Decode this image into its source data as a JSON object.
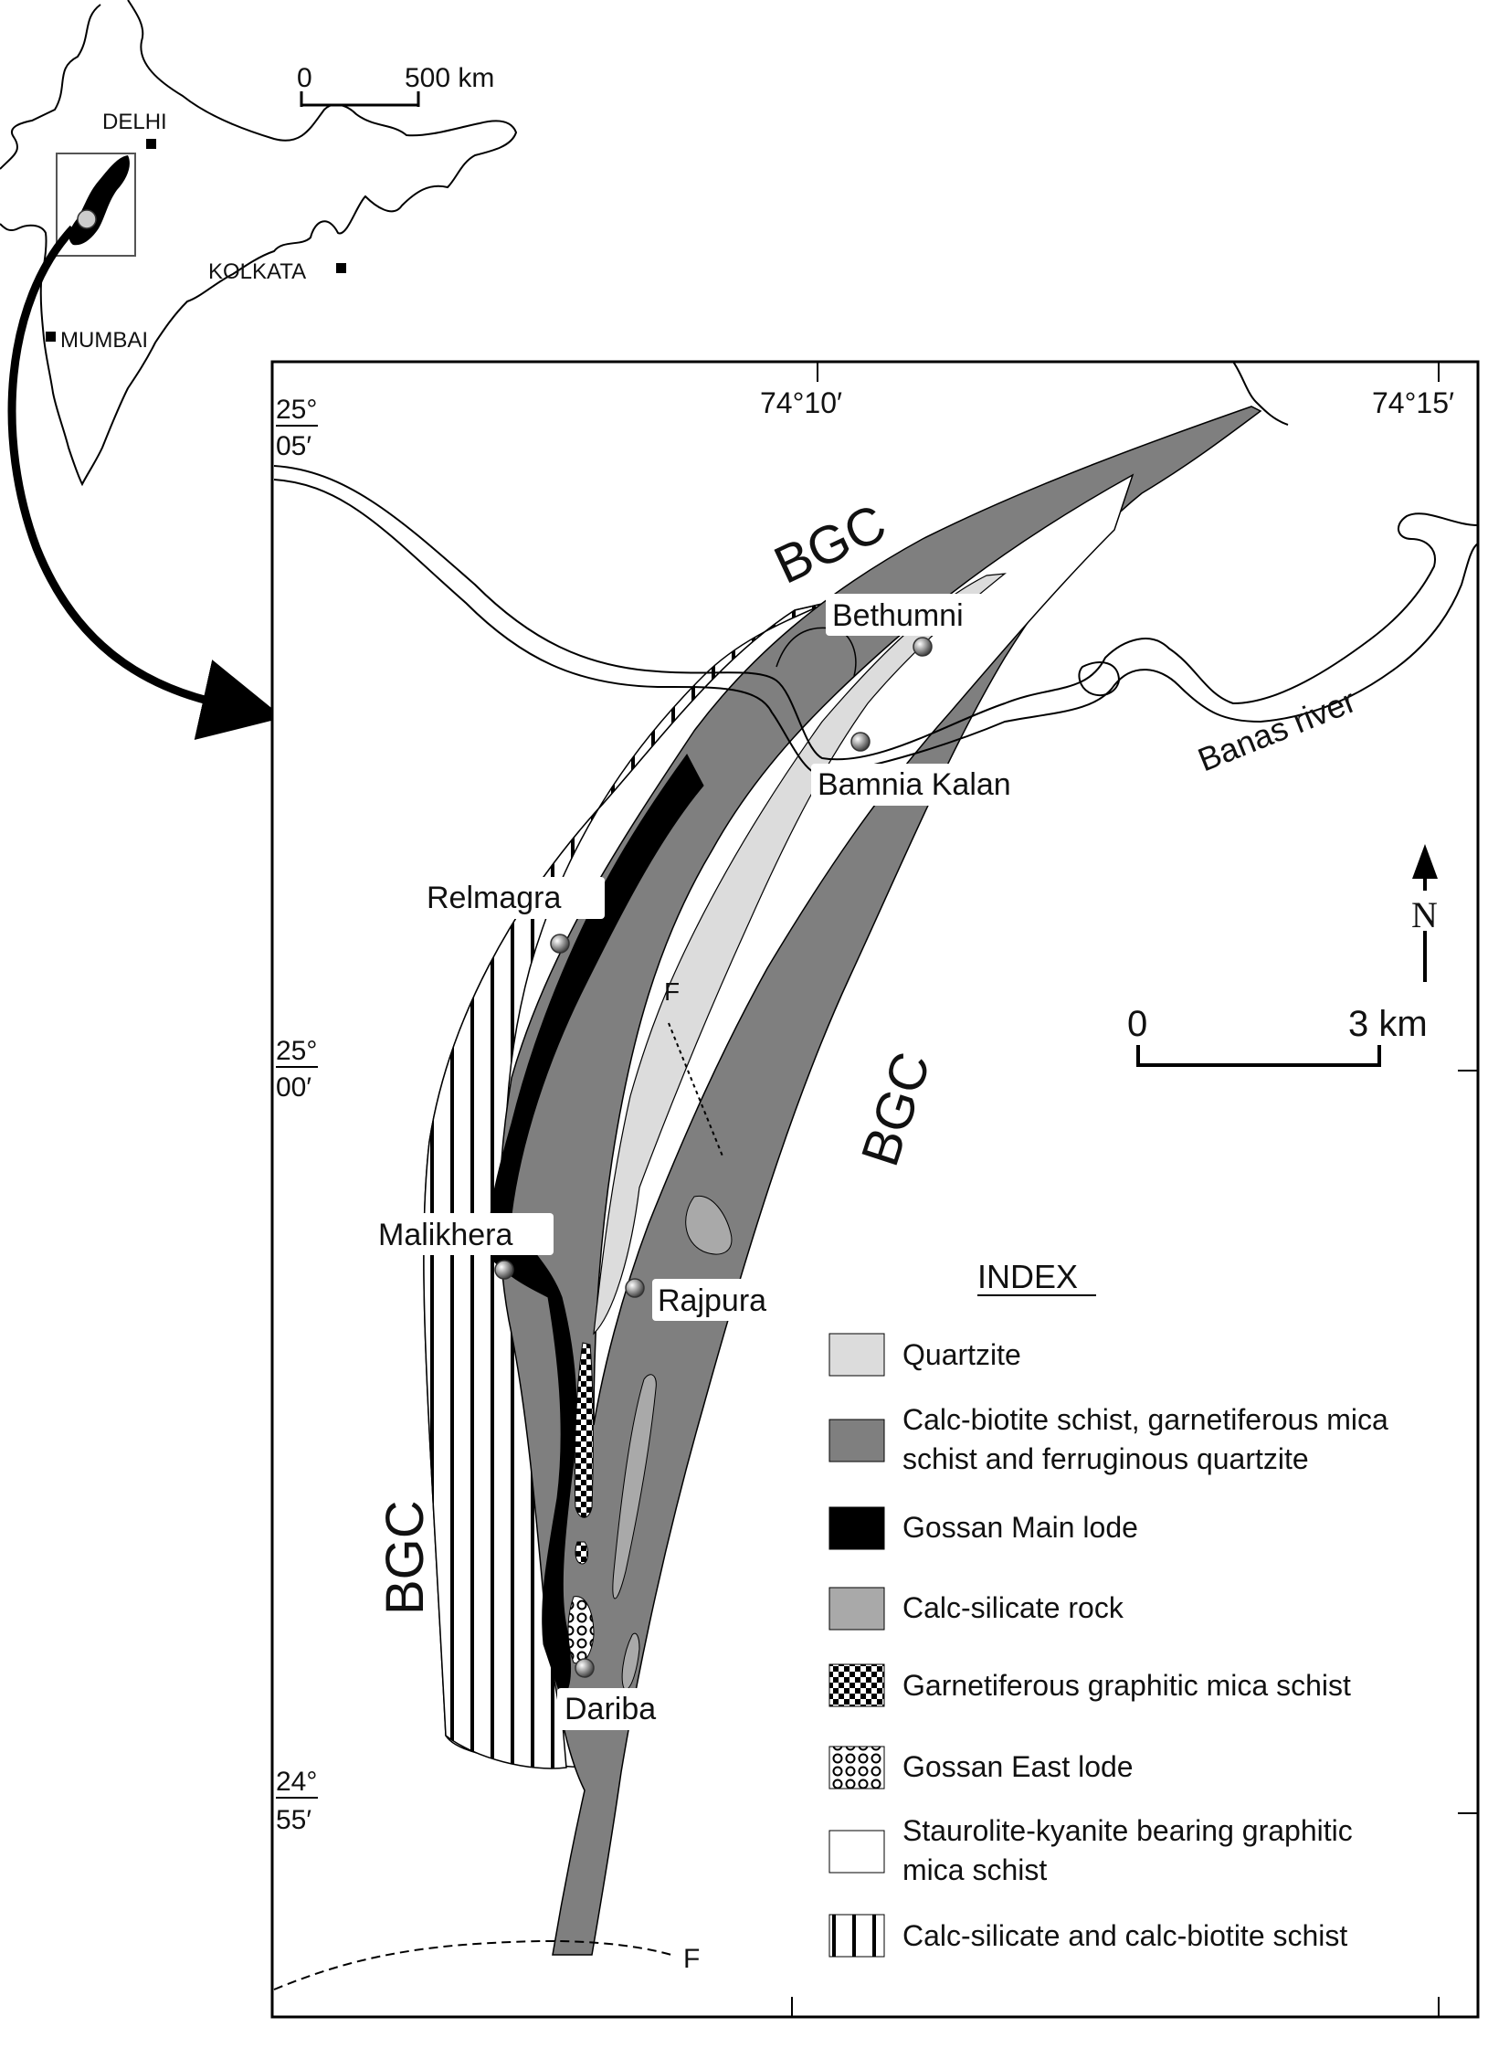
{
  "inset_map": {
    "scale_bar": {
      "start": "0",
      "end": "500 km"
    },
    "cities": [
      "DELHI",
      "KOLKATA",
      "MUMBAI"
    ]
  },
  "main_map": {
    "coordinates": {
      "lon_1": "74°10′",
      "lon_2": "74°15′",
      "lat_top": [
        "25°",
        "05′"
      ],
      "lat_mid": [
        "25°",
        "00′"
      ],
      "lat_bottom": [
        "24°",
        "55′"
      ]
    },
    "region_labels": {
      "bgc_north": "BGC",
      "bgc_east": "BGC",
      "bgc_west": "BGC"
    },
    "river_label": "Banas river",
    "fault_label": "F",
    "fault_label_south": "F",
    "localities": [
      "Bethumni",
      "Bamnia Kalan",
      "Relmagra",
      "Malikhera",
      "Rajpura",
      "Dariba"
    ],
    "north_arrow": "N",
    "scale_bar": {
      "start": "0",
      "end": "3 km"
    }
  },
  "legend": {
    "title": "INDEX",
    "items": [
      {
        "label": [
          "Quartzite"
        ],
        "swatch": "quartzite",
        "color": "#dcdcdc"
      },
      {
        "label": [
          "Calc-biotite schist, garnetiferous mica",
          "schist and ferruginous quartzite"
        ],
        "swatch": "calc-biotite-schist",
        "color": "#7f7f7f"
      },
      {
        "label": [
          "Gossan Main lode"
        ],
        "swatch": "gossan-main-lode",
        "color": "#000000"
      },
      {
        "label": [
          "Calc-silicate rock"
        ],
        "swatch": "calc-silicate-rock",
        "color": "#a9a9a9"
      },
      {
        "label": [
          "Garnetiferous graphitic mica schist"
        ],
        "swatch": "checker-pattern"
      },
      {
        "label": [
          "Gossan East lode"
        ],
        "swatch": "circle-pattern"
      },
      {
        "label": [
          "Staurolite-kyanite bearing graphitic",
          "mica schist"
        ],
        "swatch": "white",
        "color": "#ffffff"
      },
      {
        "label": [
          "Calc-silicate and calc-biotite schist"
        ],
        "swatch": "vertical-stripe-pattern"
      }
    ]
  }
}
